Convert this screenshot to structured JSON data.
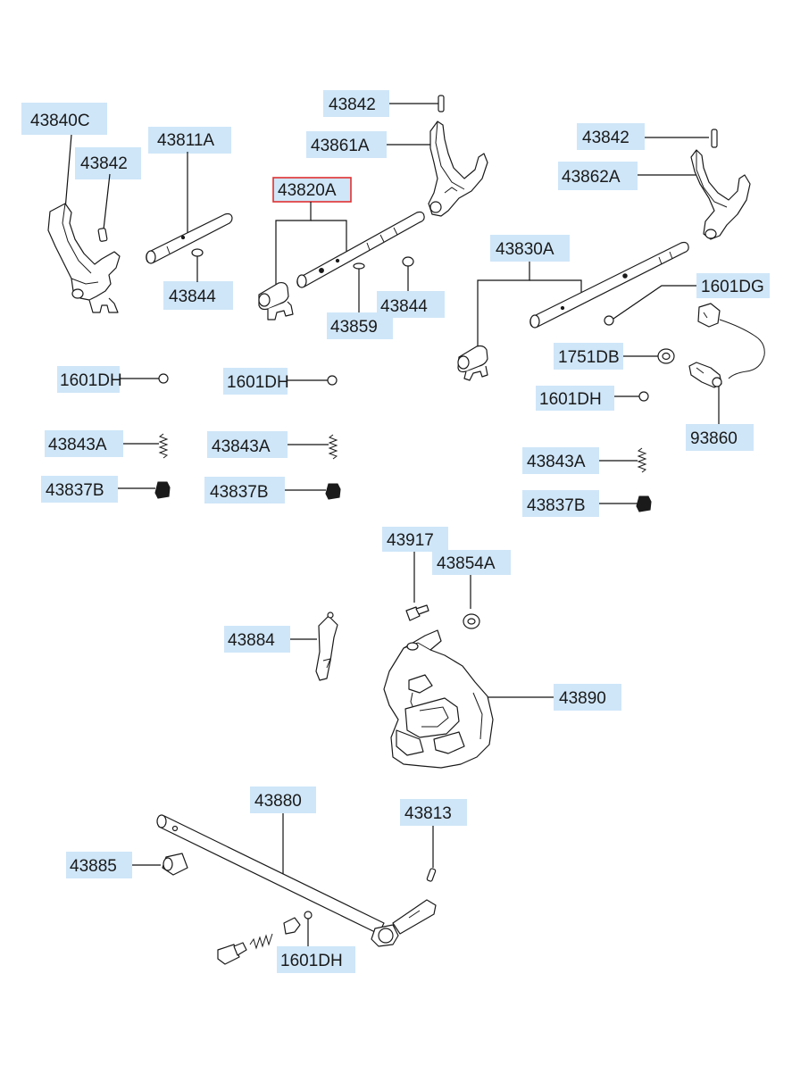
{
  "diagram": {
    "labels": {
      "l43840C": "43840C",
      "l43842a": "43842",
      "l43811A": "43811A",
      "l43844a": "43844",
      "l43842b": "43842",
      "l43861A": "43861A",
      "l43820A": "43820A",
      "l43859": "43859",
      "l43844b": "43844",
      "l43842c": "43842",
      "l43862A": "43862A",
      "l43830A": "43830A",
      "l1601DG": "1601DG",
      "l1751DB": "1751DB",
      "l1601DHa": "1601DH",
      "l1601DHb": "1601DH",
      "l1601DHc": "1601DH",
      "l93860": "93860",
      "l43843Aa": "43843A",
      "l43843Ab": "43843A",
      "l43843Ac": "43843A",
      "l43837Ba": "43837B",
      "l43837Bb": "43837B",
      "l43837Bc": "43837B",
      "l43917": "43917",
      "l43854A": "43854A",
      "l43884": "43884",
      "l43890": "43890",
      "l43880": "43880",
      "l43813": "43813",
      "l43885": "43885",
      "l1601DHd": "1601DH"
    },
    "highlighted_part": "43820A",
    "colors": {
      "label_background": "#cfe6f8",
      "highlight_border": "#e03030",
      "line": "#111111"
    }
  }
}
